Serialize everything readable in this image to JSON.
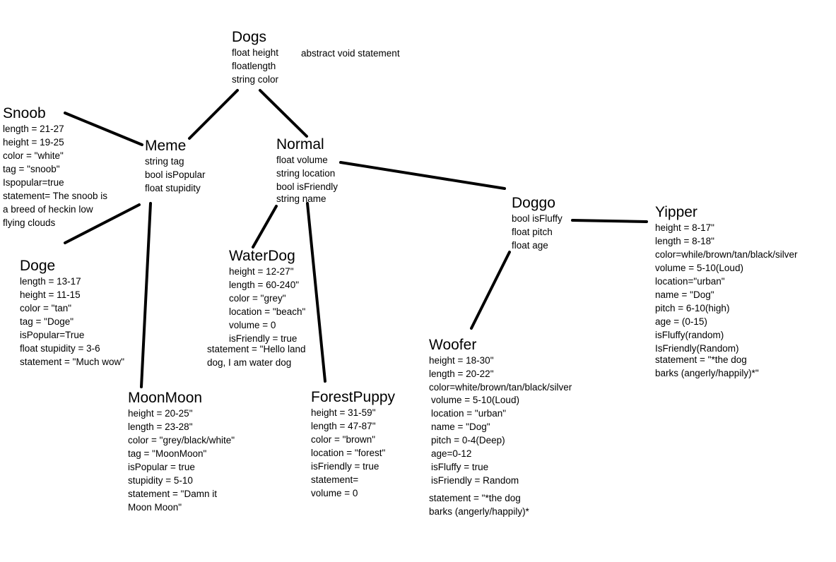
{
  "nodes": {
    "dogs": {
      "title": "Dogs",
      "lines": [
        "float height",
        "floatlength",
        "string color"
      ],
      "extra": "abstract void statement"
    },
    "snoob": {
      "title": "Snoob",
      "lines": [
        "length = 21-27",
        "height = 19-25",
        "color = \"white\"",
        "tag = \"snoob\"",
        "Ispopular=true",
        "statement= The snoob is",
        "a breed of heckin low",
        "flying clouds"
      ]
    },
    "meme": {
      "title": "Meme",
      "lines": [
        "string tag",
        "bool isPopular",
        "float stupidity"
      ]
    },
    "normal": {
      "title": "Normal",
      "lines": [
        "float volume",
        "string location",
        "bool isFriendly",
        "string name"
      ]
    },
    "doggo": {
      "title": "Doggo",
      "lines": [
        "bool isFluffy",
        "float pitch",
        "float age"
      ]
    },
    "yipper": {
      "title": "Yipper",
      "lines": [
        "height = 8-17\"",
        "length = 8-18\"",
        "color=while/brown/tan/black/silver",
        "volume = 5-10(Loud)",
        "location=\"urban\"",
        "name = \"Dog\"",
        "pitch = 6-10(high)",
        "age = (0-15)",
        "isFluffy(random)",
        "IsFriendly(Random)",
        "statement = \"*the dog",
        "barks (angerly/happily)*\""
      ]
    },
    "doge": {
      "title": "Doge",
      "lines": [
        "length = 13-17",
        "height = 11-15",
        "color = \"tan\"",
        "tag = \"Doge\"",
        "isPopular=True",
        "float stupidity = 3-6",
        "statement = \"Much wow\""
      ]
    },
    "waterdog": {
      "title": "WaterDog",
      "lines": [
        "height = 12-27\"",
        "length = 60-240\"",
        "color  = \"grey\"",
        "location = \"beach\"",
        "volume = 0",
        "isFriendly = true"
      ],
      "statement": [
        "statement = \"Hello land",
        "dog, I am water dog"
      ]
    },
    "woofer": {
      "title": "Woofer",
      "lines": [
        "height = 18-30\"",
        "length = 20-22\"",
        "color=white/brown/tan/black/silver"
      ],
      "lines2": [
        "volume = 5-10(Loud)",
        "location = \"urban\"",
        "name = \"Dog\"",
        "pitch = 0-4(Deep)",
        "age=0-12",
        "isFluffy = true",
        "isFriendly = Random"
      ],
      "statement": [
        "statement = \"*the dog",
        "barks (angerly/happily)*"
      ]
    },
    "moonmoon": {
      "title": "MoonMoon",
      "lines": [
        "height = 20-25\"",
        "length = 23-28\"",
        "color = \"grey/black/white\"",
        "tag = \"MoonMoon\"",
        "isPopular = true",
        "stupidity = 5-10",
        "statement = \"Damn it",
        "Moon Moon\""
      ]
    },
    "forestpuppy": {
      "title": "ForestPuppy",
      "lines": [
        "height = 31-59\"",
        "length = 47-87\"",
        "color = \"brown\"",
        "location = \"forest\"",
        "isFriendly = true",
        "statement=",
        "volume = 0"
      ]
    }
  }
}
